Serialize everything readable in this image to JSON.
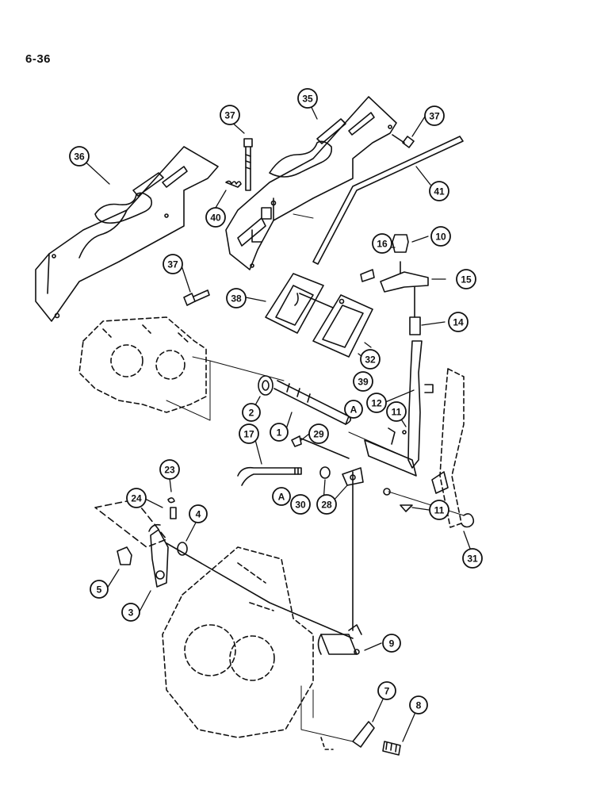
{
  "page": {
    "number": "6-36"
  },
  "callouts": [
    {
      "id": "c35",
      "label": "35"
    },
    {
      "id": "c36",
      "label": "36"
    },
    {
      "id": "c37a",
      "label": "37"
    },
    {
      "id": "c37b",
      "label": "37"
    },
    {
      "id": "c37c",
      "label": "37"
    },
    {
      "id": "c40",
      "label": "40"
    },
    {
      "id": "c41",
      "label": "41"
    },
    {
      "id": "c16",
      "label": "16"
    },
    {
      "id": "c10",
      "label": "10"
    },
    {
      "id": "c15",
      "label": "15"
    },
    {
      "id": "c14",
      "label": "14"
    },
    {
      "id": "c38",
      "label": "38"
    },
    {
      "id": "c32",
      "label": "32"
    },
    {
      "id": "c39",
      "label": "39"
    },
    {
      "id": "c12",
      "label": "12"
    },
    {
      "id": "c11a",
      "label": "11"
    },
    {
      "id": "c2",
      "label": "2"
    },
    {
      "id": "c1",
      "label": "1"
    },
    {
      "id": "cAa",
      "label": "A"
    },
    {
      "id": "c29",
      "label": "29"
    },
    {
      "id": "c17",
      "label": "17"
    },
    {
      "id": "cAb",
      "label": "A"
    },
    {
      "id": "c30",
      "label": "30"
    },
    {
      "id": "c28",
      "label": "28"
    },
    {
      "id": "c11b",
      "label": "11"
    },
    {
      "id": "c31",
      "label": "31"
    },
    {
      "id": "c23",
      "label": "23"
    },
    {
      "id": "c24",
      "label": "24"
    },
    {
      "id": "c4",
      "label": "4"
    },
    {
      "id": "c5",
      "label": "5"
    },
    {
      "id": "c3",
      "label": "3"
    },
    {
      "id": "c9",
      "label": "9"
    },
    {
      "id": "c7",
      "label": "7"
    },
    {
      "id": "c8",
      "label": "8"
    }
  ]
}
